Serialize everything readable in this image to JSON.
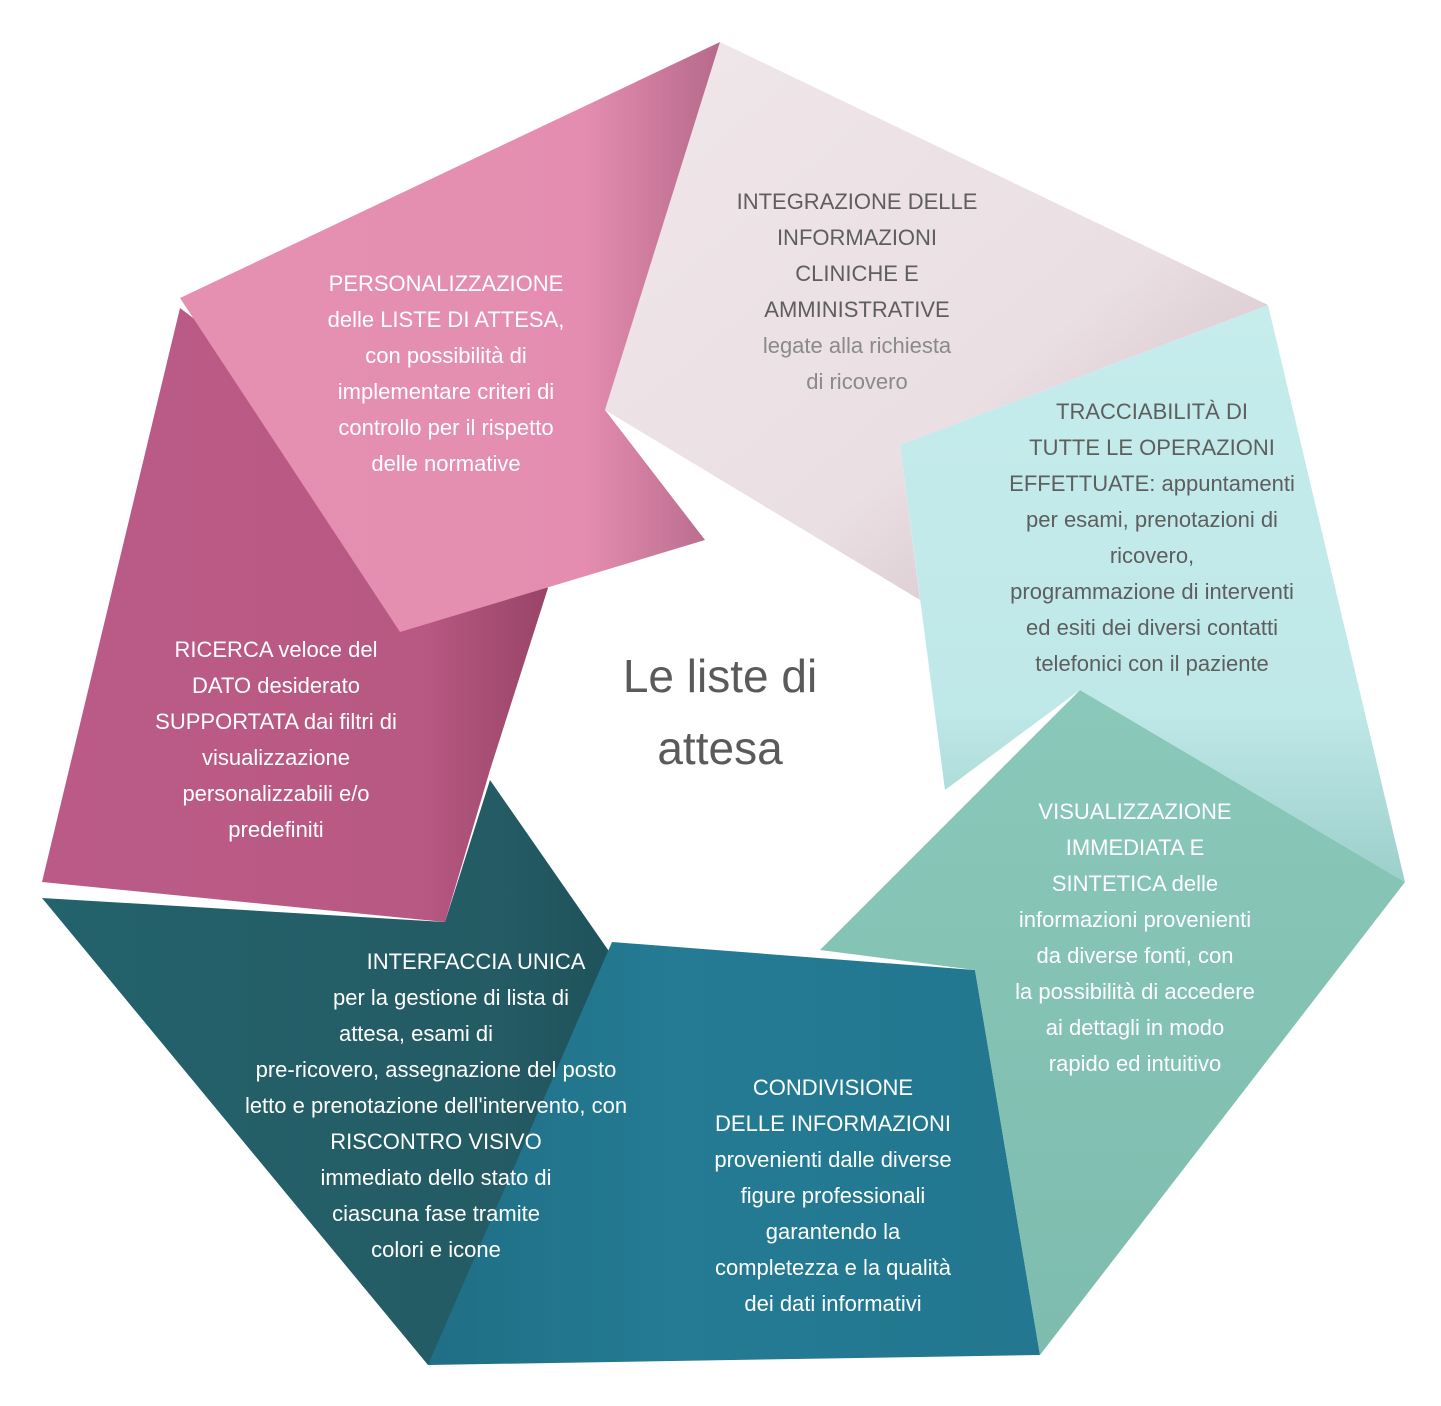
{
  "center": {
    "line1": "Le liste di",
    "line2": "attesa"
  },
  "colors": {
    "pink_light": "#e48fb0",
    "lavender": "#ece3e6",
    "aqua": "#c3eaea",
    "mint": "#86c4b6",
    "teal_blue": "#237891",
    "dark_teal": "#245d66",
    "magenta": "#b85a85",
    "text_light": "#ffffff",
    "text_dark": "#5e5e5e",
    "text_grey": "#8a8a8a"
  },
  "segments": {
    "personalizzazione": {
      "lines": [
        "PERSONALIZZAZIONE",
        "delle LISTE DI ATTESA,",
        "con possibilità di",
        "implementare criteri di",
        "controllo per il rispetto",
        "delle normative"
      ]
    },
    "integrazione": {
      "lines": [
        "INTEGRAZIONE DELLE",
        "INFORMAZIONI",
        "CLINICHE E",
        "AMMINISTRATIVE",
        "legate alla richiesta",
        "di ricovero"
      ]
    },
    "tracciabilita": {
      "lines": [
        "TRACCIABILITÀ DI",
        "TUTTE LE OPERAZIONI",
        "EFFETTUATE: appuntamenti",
        "per esami, prenotazioni di",
        "ricovero,",
        "programmazione di interventi",
        "ed esiti dei diversi contatti",
        "telefonici con il paziente"
      ]
    },
    "visualizzazione": {
      "lines": [
        "VISUALIZZAZIONE",
        "IMMEDIATA E",
        "SINTETICA delle",
        "informazioni provenienti",
        "da diverse fonti, con",
        "la possibilità di accedere",
        "ai dettagli in modo",
        "rapido ed intuitivo"
      ]
    },
    "condivisione": {
      "lines": [
        "CONDIVISIONE",
        "DELLE INFORMAZIONI",
        "provenienti  dalle diverse",
        "figure professionali",
        "garantendo la",
        "completezza e la qualità",
        "dei dati informativi"
      ]
    },
    "interfaccia": {
      "lines": [
        "INTERFACCIA UNICA",
        "per la gestione di lista di",
        "attesa, esami di",
        "pre-ricovero, assegnazione del posto",
        "letto e prenotazione dell'intervento, con",
        "RISCONTRO VISIVO",
        "immediato dello stato di",
        "ciascuna fase tramite",
        "colori  e icone"
      ]
    },
    "ricerca": {
      "lines": [
        "RICERCA veloce del",
        "DATO desiderato",
        "SUPPORTATA dai filtri di",
        "visualizzazione",
        "personalizzabili e/o",
        "predefiniti"
      ]
    }
  }
}
